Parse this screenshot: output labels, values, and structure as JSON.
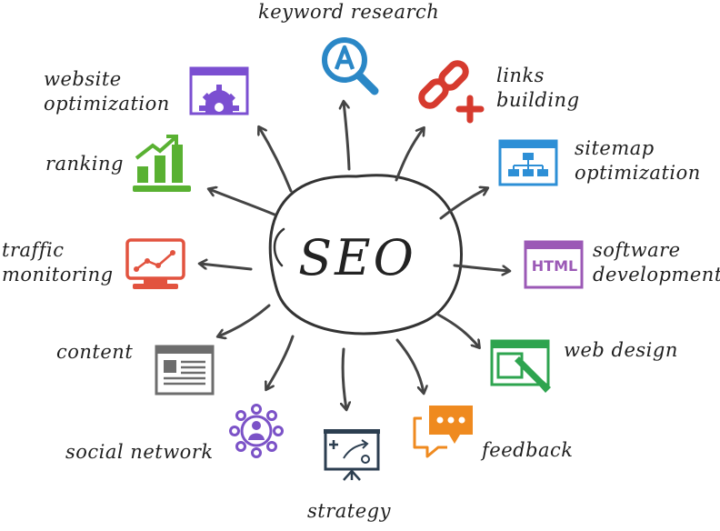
{
  "center": {
    "title": "SEO"
  },
  "nodes": [
    {
      "id": "keyword-research",
      "label": "keyword research",
      "icon": "magnifier-letter-a-icon",
      "color": "#2a87c6"
    },
    {
      "id": "links-building",
      "label": "links\nbuilding",
      "icon": "chain-link-plus-icon",
      "color": "#d63a2e"
    },
    {
      "id": "sitemap-optimization",
      "label": "sitemap\noptimization",
      "icon": "sitemap-window-icon",
      "color": "#2d8fd6"
    },
    {
      "id": "software-development",
      "label": "software\ndevelopment",
      "icon": "html-window-icon",
      "color": "#9b59b6",
      "badge": "HTML"
    },
    {
      "id": "web-design",
      "label": "web design",
      "icon": "design-window-icon",
      "color": "#2ea44f"
    },
    {
      "id": "feedback",
      "label": "feedback",
      "icon": "chat-bubbles-icon",
      "color": "#ef8a1f"
    },
    {
      "id": "strategy",
      "label": "strategy",
      "icon": "strategy-board-icon",
      "color": "#2c3e50"
    },
    {
      "id": "social-network",
      "label": "social network",
      "icon": "network-people-icon",
      "color": "#7b52c7"
    },
    {
      "id": "content",
      "label": "content",
      "icon": "document-window-icon",
      "color": "#6d6d6d"
    },
    {
      "id": "traffic-monitoring",
      "label": "traffic\nmonitoring",
      "icon": "line-chart-monitor-icon",
      "color": "#e2533f"
    },
    {
      "id": "ranking",
      "label": "ranking",
      "icon": "bar-chart-arrow-icon",
      "color": "#59b132"
    },
    {
      "id": "website-optimization",
      "label": "website\noptimization",
      "icon": "gear-window-icon",
      "color": "#7b4fd1"
    }
  ]
}
